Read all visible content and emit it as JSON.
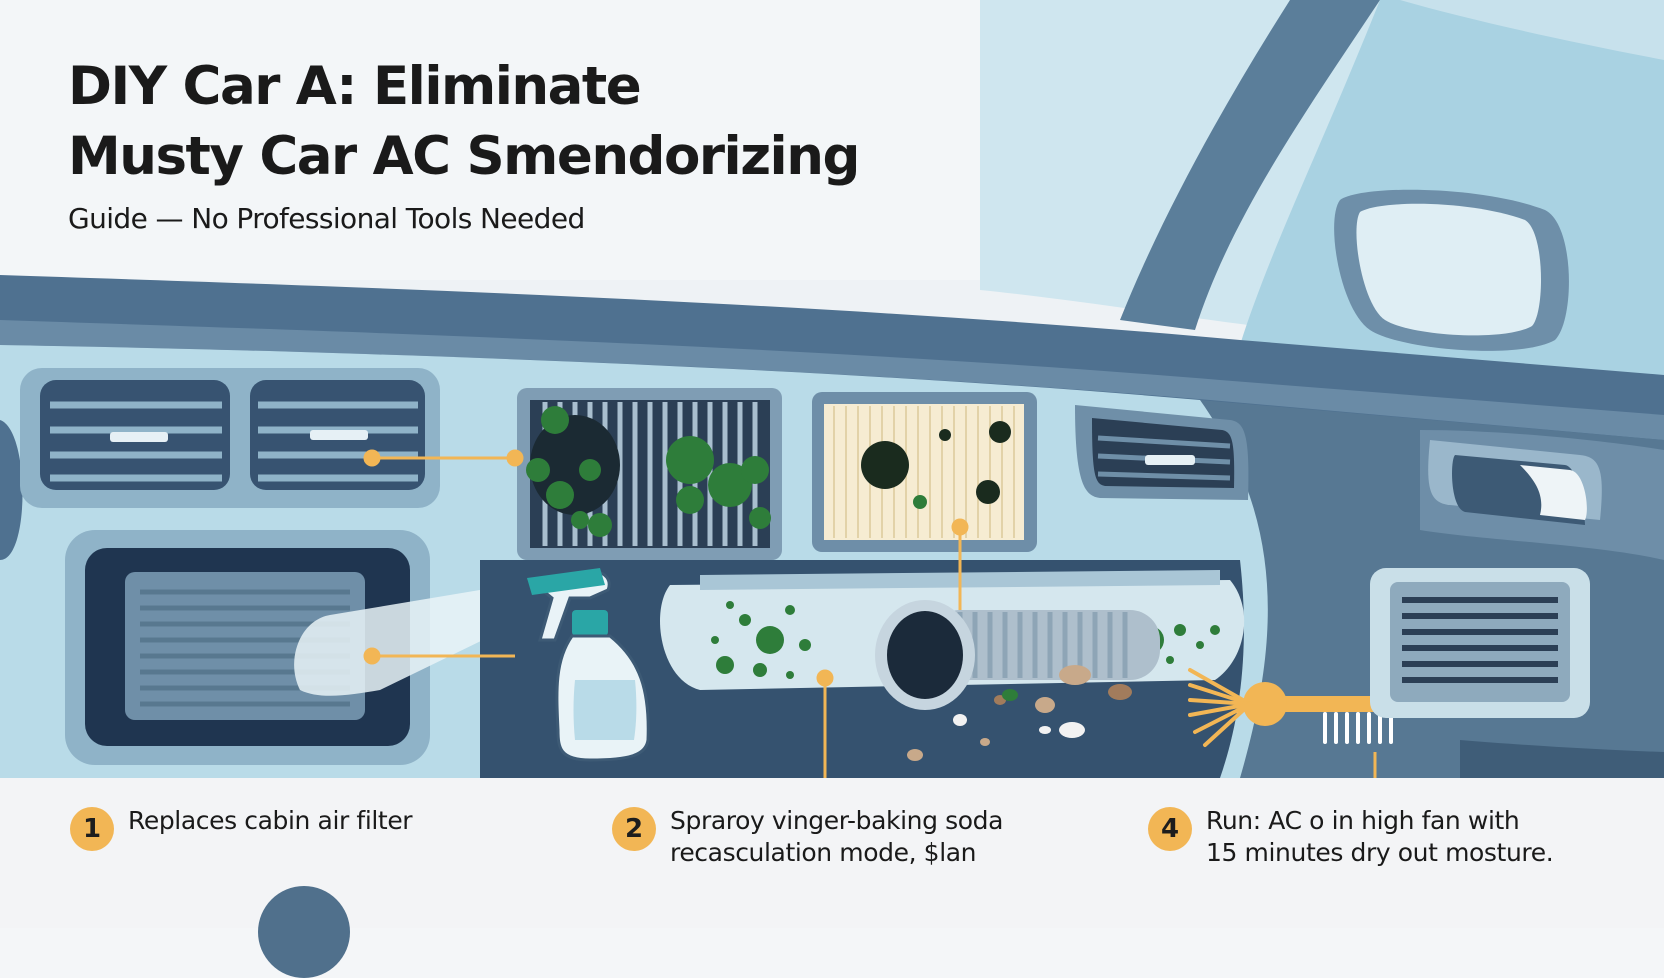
{
  "title": {
    "line1": "DIY Car A: Eliminate",
    "line2": "Musty Car AC Smendorizing",
    "subtitle": "Guide — No Professional Tools Needed"
  },
  "steps": [
    {
      "number": "1",
      "text": "Replaces cabin air filter"
    },
    {
      "number": "2",
      "text": "Spraroy vinger-baking soda\nrecasculation mode, $lan"
    },
    {
      "number": "4",
      "text": "Run: AC o in high fan with\n15 minutes dry out mosture."
    }
  ],
  "colors": {
    "accent": "#f2b655",
    "dashboard": "#b9dbe8",
    "dash_dark": "#4c6b88",
    "mold": "#2e7d3a",
    "sky": "#eef2f5"
  },
  "icons": [
    "spray-bottle-icon",
    "brush-icon",
    "cabin-filter-icon",
    "duct-icon"
  ]
}
